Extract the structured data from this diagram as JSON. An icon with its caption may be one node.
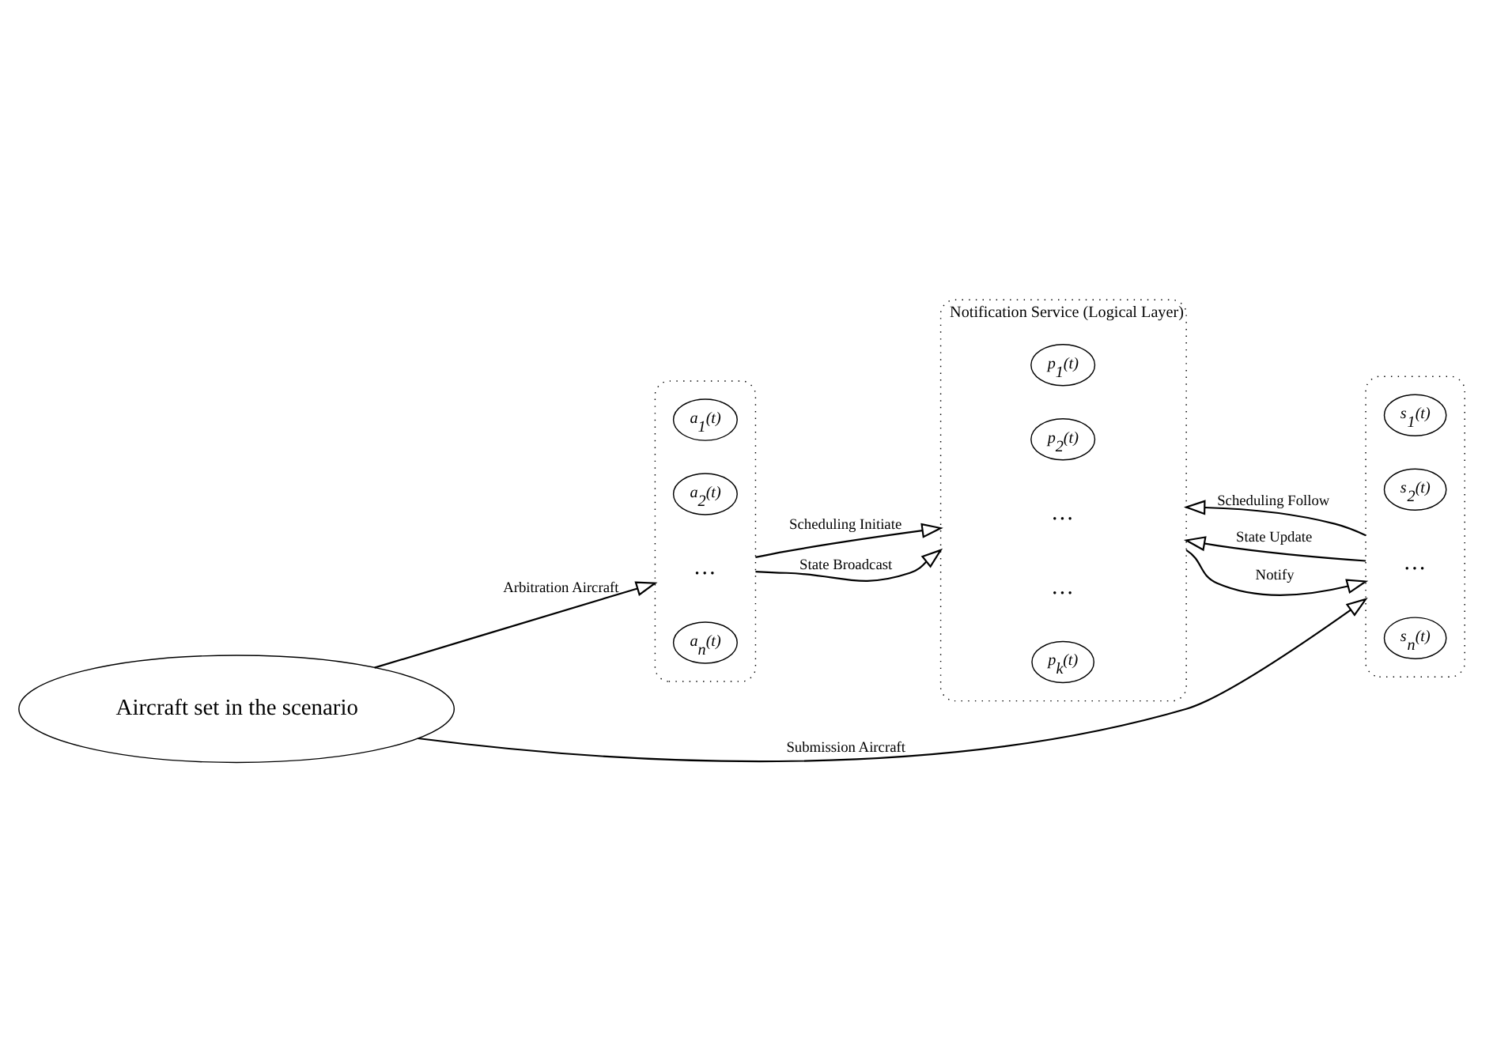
{
  "diagram": {
    "nodes": [
      {
        "text": [],
        "shape": "box"
      },
      {
        "text": [
          "a$_{1}$(t)"
        ],
        "in": 0
      },
      {
        "text": [
          "a$_{2}$(t)"
        ],
        "in": 0
      },
      {
        "text": [
          "…"
        ],
        "in": 0
      },
      {
        "text": [
          "a$_{n}$(t)"
        ],
        "in": 0
      },
      {
        "text": [
          "Notification Service (Logical Layer)"
        ]
      },
      {
        "text": [
          "p$_{1}$(t)"
        ],
        "in": 5
      },
      {
        "text": [
          "p$_{2}$(t)"
        ],
        "in": 5
      },
      {
        "text": [
          "…"
        ],
        "in": 5
      },
      {
        "text": [
          "…"
        ],
        "in": 5
      },
      {
        "text": [
          "p$_{k}$(t)"
        ],
        "in": 5
      },
      {
        "text": [],
        "shape": "box"
      },
      {
        "text": [
          "s$_{1}$(t)"
        ],
        "in": 11
      },
      {
        "text": [
          "s$_{2}$(t)"
        ],
        "in": 11
      },
      {
        "text": [
          "…"
        ],
        "in": 11
      },
      {
        "text": [
          "s$_{n}$(t)"
        ],
        "in": 11
      },
      {
        "text": [
          "Aircraft set in the scenario"
        ]
      }
    ],
    "edges": [
      {
        "from": 0,
        "to": 5,
        "arrow": "to",
        "label": "Scheduling Initiate"
      },
      {
        "from": 0,
        "to": 5,
        "arrow": "to",
        "label": "State Broadcast"
      },
      {
        "from": 11,
        "to": 5,
        "arrow": "to",
        "label": "Scheduling Follow"
      },
      {
        "from": 11,
        "to": 5,
        "arrow": "to",
        "label": "State Update"
      },
      {
        "from": 5,
        "to": 11,
        "arrow": "to",
        "label": "Notify"
      },
      {
        "from": 16,
        "to": 0,
        "arrow": "to",
        "label": "Arbitration Aircraft"
      },
      {
        "from": 16,
        "to": 11,
        "arrow": "to",
        "label": "Submission Aircraft"
      }
    ]
  }
}
